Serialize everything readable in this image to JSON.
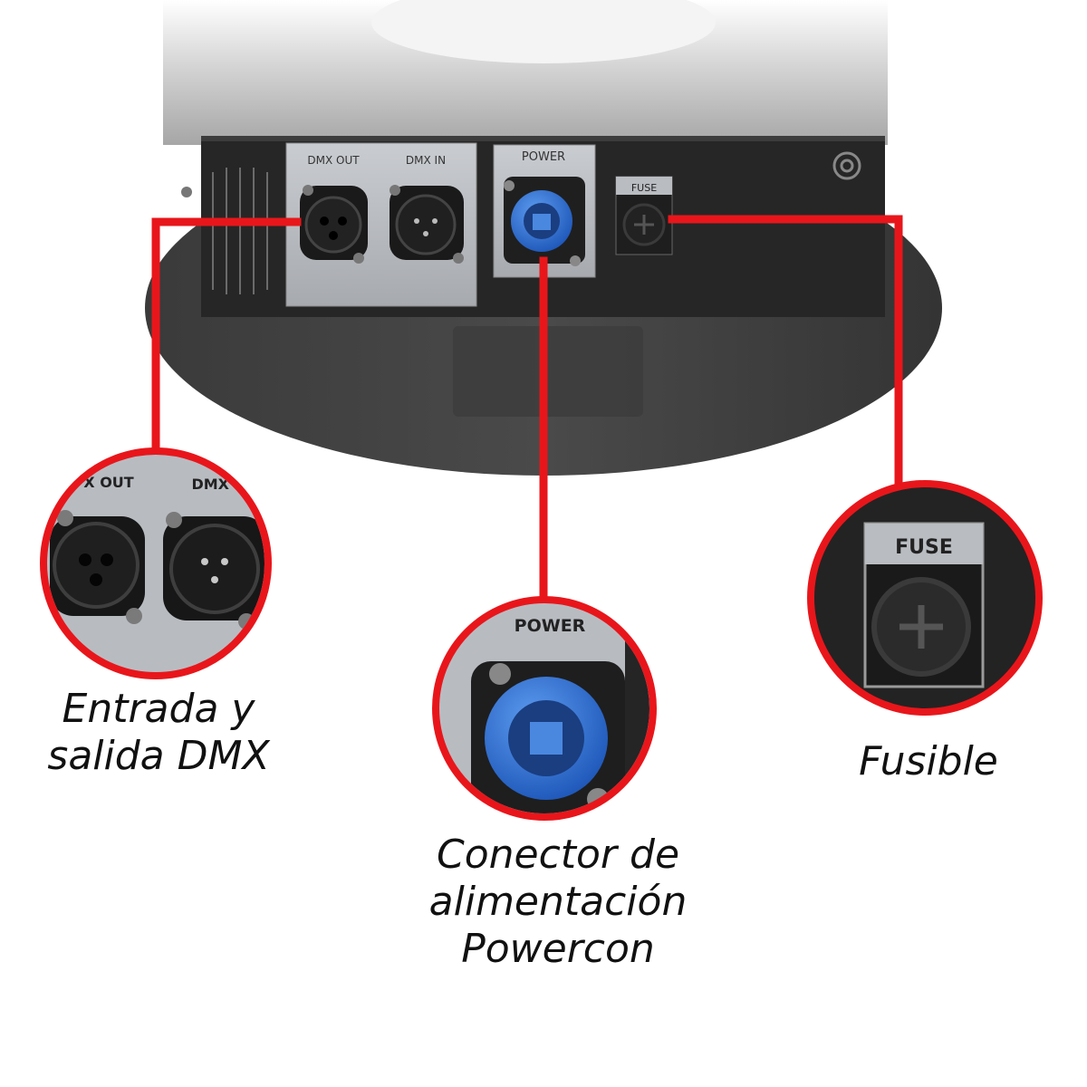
{
  "panel": {
    "dmx_out_label": "DMX OUT",
    "dmx_in_label": "DMX IN",
    "power_label": "POWER",
    "fuse_label": "FUSE"
  },
  "zoom": {
    "dmx_out_label": "X OUT",
    "dmx_in_label": "DMX I",
    "power_label": "POWER",
    "fuse_label": "FUSE"
  },
  "captions": {
    "dmx": [
      "Entrada y",
      "salida DMX"
    ],
    "power": [
      "Conector de",
      "alimentación",
      "Powercon"
    ],
    "fuse": [
      "Fusible"
    ]
  },
  "colors": {
    "callout_red": "#e8161b",
    "connector_blue": "#2c6fd6",
    "panel_dark": "#2a2a2a",
    "plate_silver": "#b9bcc1"
  }
}
